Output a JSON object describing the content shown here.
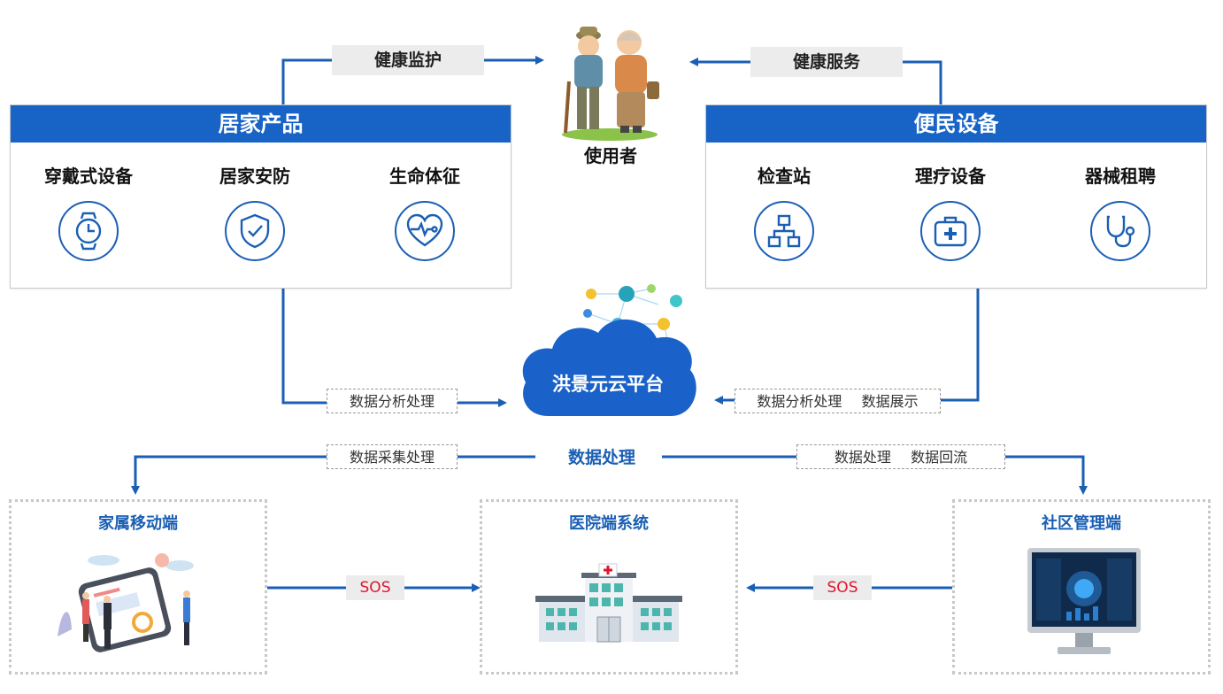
{
  "user": {
    "label": "使用者"
  },
  "flows": {
    "health_monitor": "健康监护",
    "health_service": "健康服务",
    "data_analysis_left": "数据分析处理",
    "data_analysis_right_1": "数据分析处理",
    "data_analysis_right_2": "数据展示",
    "data_collect": "数据采集处理",
    "data_processing": "数据处理",
    "data_process_right_1": "数据处理",
    "data_process_right_2": "数据回流",
    "sos_left": "SOS",
    "sos_right": "SOS"
  },
  "home_products": {
    "title": "居家产品",
    "items": [
      {
        "label": "穿戴式设备",
        "icon": "watch-icon"
      },
      {
        "label": "居家安防",
        "icon": "shield-icon"
      },
      {
        "label": "生命体征",
        "icon": "heart-pulse-icon"
      }
    ]
  },
  "public_devices": {
    "title": "便民设备",
    "items": [
      {
        "label": "检查站",
        "icon": "network-icon"
      },
      {
        "label": "理疗设备",
        "icon": "medical-kit-icon"
      },
      {
        "label": "器械租聘",
        "icon": "stethoscope-icon"
      }
    ]
  },
  "cloud": {
    "label": "洪景元云平台"
  },
  "endpoints": {
    "family": "家属移动端",
    "hospital": "医院端系统",
    "community": "社区管理端"
  },
  "colors": {
    "primary": "#1863c6",
    "accent_red": "#e0152e",
    "tag_bg": "#ececec"
  }
}
